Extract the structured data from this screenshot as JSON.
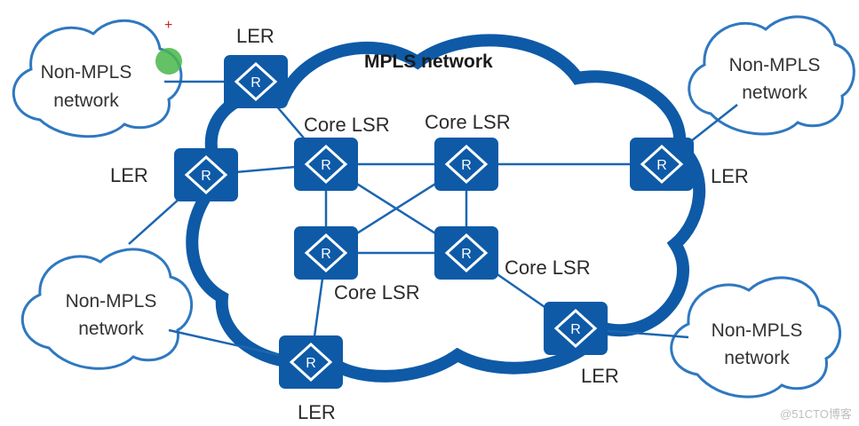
{
  "title": "MPLS network",
  "routers": {
    "ler_top": "LER",
    "ler_left": "LER",
    "ler_right": "LER",
    "ler_bottom": "LER",
    "ler_bottom_right": "LER",
    "core_top_left": "Core LSR",
    "core_top_right": "Core LSR",
    "core_bottom_left": "Core LSR",
    "core_bottom_right": "Core LSR",
    "router_glyph": "R"
  },
  "clouds": {
    "top_left": [
      "Non-MPLS",
      "network"
    ],
    "top_right": [
      "Non-MPLS",
      "network"
    ],
    "bottom_left": [
      "Non-MPLS",
      "network"
    ],
    "bottom_right": [
      "Non-MPLS",
      "network"
    ]
  },
  "cursor_mark": "+",
  "watermark": "@51CTO博客",
  "colors": {
    "router": "#0e5aa7",
    "link": "#1b66b0",
    "mpls_cloud": "#0e5aa7",
    "outer_cloud": "#2f78c0",
    "cursor_dot": "#49b64a"
  }
}
